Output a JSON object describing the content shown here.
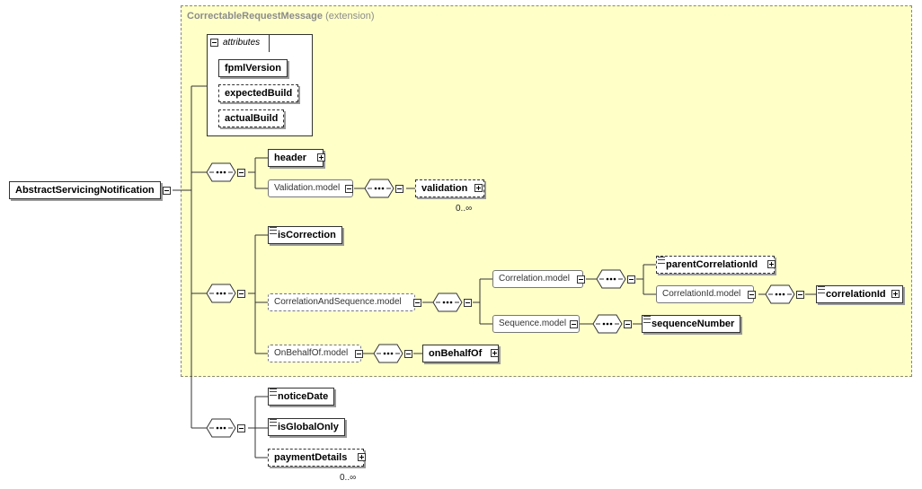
{
  "extension": {
    "type_name": "CorrectableRequestMessage",
    "kind": "(extension)"
  },
  "attributes": {
    "title": "attributes",
    "items": [
      "fpmlVersion",
      "expectedBuild",
      "actualBuild"
    ]
  },
  "root": "AbstractServicingNotification",
  "elements": {
    "header": "header",
    "validation_model": "Validation.model",
    "validation": "validation",
    "validation_card": "0..∞",
    "is_correction": "isCorrection",
    "correlation_and_sequence_model": "CorrelationAndSequence.model",
    "correlation_model": "Correlation.model",
    "parent_correlation_id": "parentCorrelationId",
    "correlation_id_model": "CorrelationId.model",
    "correlation_id": "correlationId",
    "sequence_model": "Sequence.model",
    "sequence_number": "sequenceNumber",
    "on_behalf_of_model": "OnBehalfOf.model",
    "on_behalf_of": "onBehalfOf",
    "notice_date": "noticeDate",
    "is_global_only": "isGlobalOnly",
    "payment_details": "paymentDetails",
    "payment_details_card": "0..∞"
  }
}
